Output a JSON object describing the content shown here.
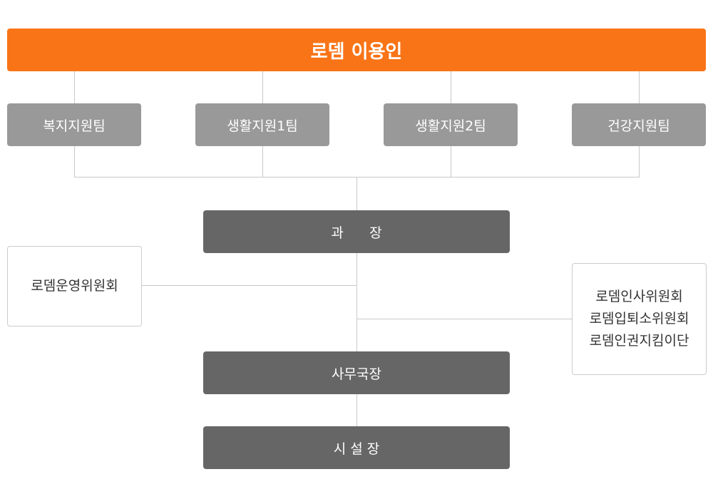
{
  "colors": {
    "top_node": "#f97417",
    "team_node": "#999999",
    "dark_node": "#666666",
    "connector": "#c8c8c8",
    "outline_border": "#cccccc"
  },
  "nodes": {
    "top": "로뎀 이용인",
    "teams": [
      "복지지원팀",
      "생활지원1팀",
      "생활지원2팀",
      "건강지원팀"
    ],
    "manager": "과      장",
    "secretary_general": "사무국장",
    "facility_head": "시 설 장",
    "left_committee": "로뎀운영위원회",
    "right_committees": [
      "로뎀인사위원회",
      "로뎀입퇴소위원회",
      "로뎀인권지킴이단"
    ]
  }
}
